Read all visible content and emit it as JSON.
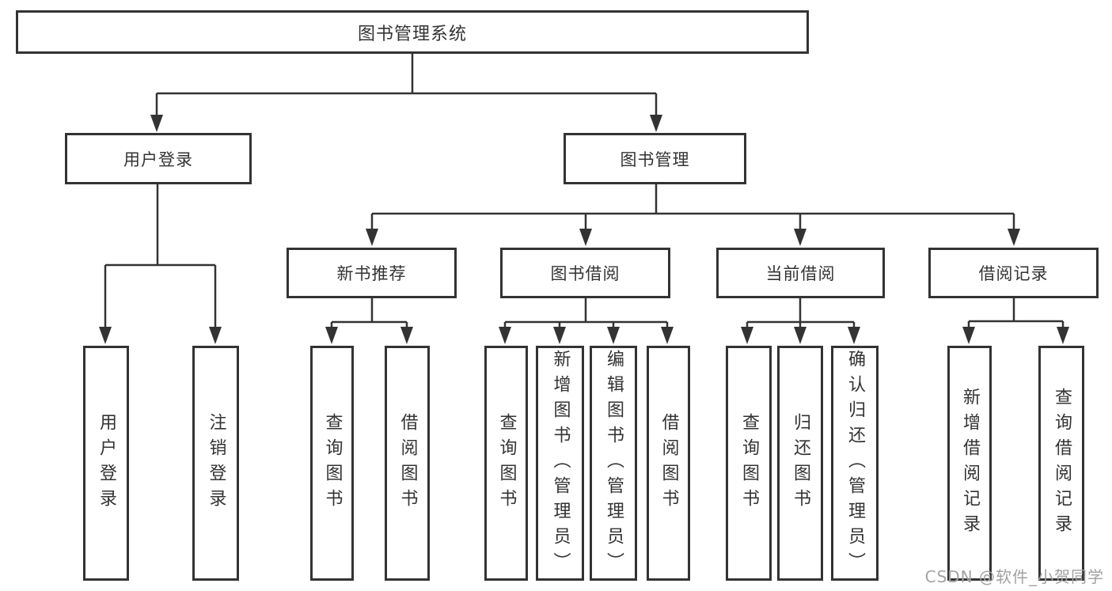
{
  "diagram": {
    "root": "图书管理系统",
    "branches": {
      "user_login": "用户登录",
      "book_mgmt": "图书管理"
    },
    "modules": {
      "new_book": "新书推荐",
      "borrow": "图书借阅",
      "current": "当前借阅",
      "records": "借阅记录"
    },
    "leaves": {
      "login": [
        "用户登录",
        "注销登录"
      ],
      "new_book": [
        "查询图书",
        "借阅图书"
      ],
      "borrow": [
        "查询图书",
        "新增图书（管理员）",
        "编辑图书（管理员）",
        "借阅图书"
      ],
      "current": [
        "查询图书",
        "归还图书",
        "确认归还（管理员）"
      ],
      "records": [
        "新增借阅记录",
        "查询借阅记录"
      ]
    }
  },
  "watermark": "CSDN @软件_小贺同学",
  "colors": {
    "line": "#333333",
    "text": "#333333",
    "watermark": "#a2a2a2",
    "background": "#ffffff"
  }
}
